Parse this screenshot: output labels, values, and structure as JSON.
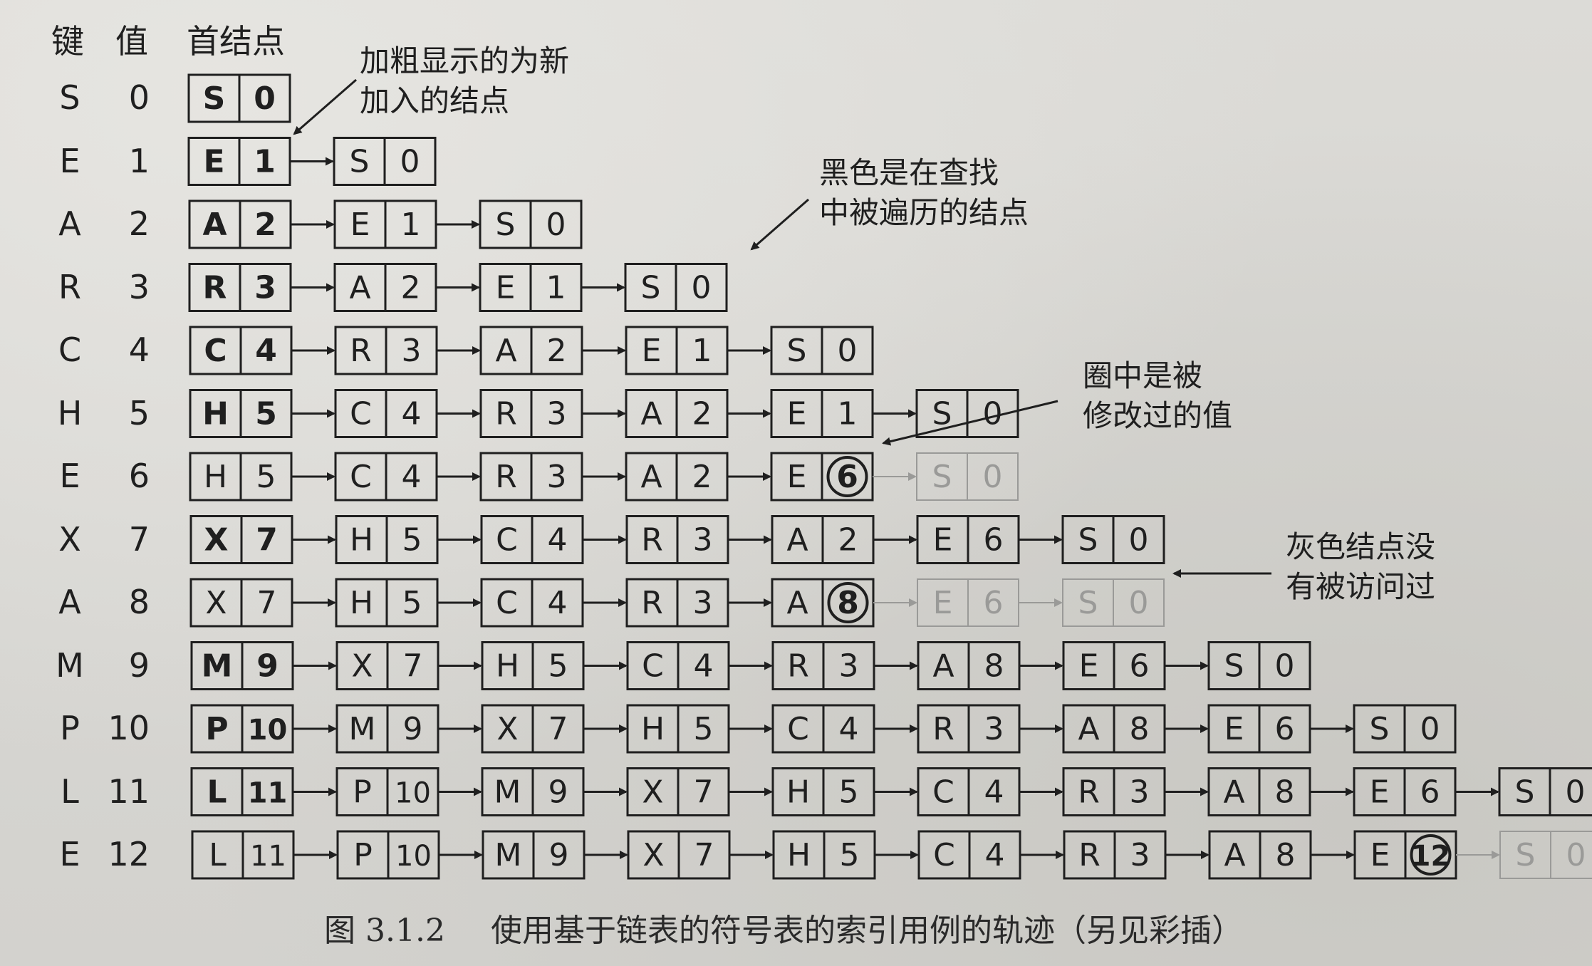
{
  "headers": {
    "key": "键",
    "value": "值",
    "first": "首结点"
  },
  "rows": [
    {
      "key": "S",
      "value": "0",
      "nodes": [
        [
          "S",
          "0",
          "new"
        ]
      ]
    },
    {
      "key": "E",
      "value": "1",
      "nodes": [
        [
          "E",
          "1",
          "new"
        ],
        [
          "S",
          "0",
          "black"
        ]
      ]
    },
    {
      "key": "A",
      "value": "2",
      "nodes": [
        [
          "A",
          "2",
          "new"
        ],
        [
          "E",
          "1",
          "black"
        ],
        [
          "S",
          "0",
          "black"
        ]
      ]
    },
    {
      "key": "R",
      "value": "3",
      "nodes": [
        [
          "R",
          "3",
          "new"
        ],
        [
          "A",
          "2",
          "black"
        ],
        [
          "E",
          "1",
          "black"
        ],
        [
          "S",
          "0",
          "black"
        ]
      ]
    },
    {
      "key": "C",
      "value": "4",
      "nodes": [
        [
          "C",
          "4",
          "new"
        ],
        [
          "R",
          "3",
          "black"
        ],
        [
          "A",
          "2",
          "black"
        ],
        [
          "E",
          "1",
          "black"
        ],
        [
          "S",
          "0",
          "black"
        ]
      ]
    },
    {
      "key": "H",
      "value": "5",
      "nodes": [
        [
          "H",
          "5",
          "new"
        ],
        [
          "C",
          "4",
          "black"
        ],
        [
          "R",
          "3",
          "black"
        ],
        [
          "A",
          "2",
          "black"
        ],
        [
          "E",
          "1",
          "black"
        ],
        [
          "S",
          "0",
          "black"
        ]
      ]
    },
    {
      "key": "E",
      "value": "6",
      "nodes": [
        [
          "H",
          "5",
          "black"
        ],
        [
          "C",
          "4",
          "black"
        ],
        [
          "R",
          "3",
          "black"
        ],
        [
          "A",
          "2",
          "black"
        ],
        [
          "E",
          "6",
          "mod"
        ],
        [
          "S",
          "0",
          "gray"
        ]
      ]
    },
    {
      "key": "X",
      "value": "7",
      "nodes": [
        [
          "X",
          "7",
          "new"
        ],
        [
          "H",
          "5",
          "black"
        ],
        [
          "C",
          "4",
          "black"
        ],
        [
          "R",
          "3",
          "black"
        ],
        [
          "A",
          "2",
          "black"
        ],
        [
          "E",
          "6",
          "black"
        ],
        [
          "S",
          "0",
          "black"
        ]
      ]
    },
    {
      "key": "A",
      "value": "8",
      "nodes": [
        [
          "X",
          "7",
          "black"
        ],
        [
          "H",
          "5",
          "black"
        ],
        [
          "C",
          "4",
          "black"
        ],
        [
          "R",
          "3",
          "black"
        ],
        [
          "A",
          "8",
          "mod"
        ],
        [
          "E",
          "6",
          "gray"
        ],
        [
          "S",
          "0",
          "gray"
        ]
      ]
    },
    {
      "key": "M",
      "value": "9",
      "nodes": [
        [
          "M",
          "9",
          "new"
        ],
        [
          "X",
          "7",
          "black"
        ],
        [
          "H",
          "5",
          "black"
        ],
        [
          "C",
          "4",
          "black"
        ],
        [
          "R",
          "3",
          "black"
        ],
        [
          "A",
          "8",
          "black"
        ],
        [
          "E",
          "6",
          "black"
        ],
        [
          "S",
          "0",
          "black"
        ]
      ]
    },
    {
      "key": "P",
      "value": "10",
      "nodes": [
        [
          "P",
          "10",
          "new"
        ],
        [
          "M",
          "9",
          "black"
        ],
        [
          "X",
          "7",
          "black"
        ],
        [
          "H",
          "5",
          "black"
        ],
        [
          "C",
          "4",
          "black"
        ],
        [
          "R",
          "3",
          "black"
        ],
        [
          "A",
          "8",
          "black"
        ],
        [
          "E",
          "6",
          "black"
        ],
        [
          "S",
          "0",
          "black"
        ]
      ]
    },
    {
      "key": "L",
      "value": "11",
      "nodes": [
        [
          "L",
          "11",
          "new"
        ],
        [
          "P",
          "10",
          "black"
        ],
        [
          "M",
          "9",
          "black"
        ],
        [
          "X",
          "7",
          "black"
        ],
        [
          "H",
          "5",
          "black"
        ],
        [
          "C",
          "4",
          "black"
        ],
        [
          "R",
          "3",
          "black"
        ],
        [
          "A",
          "8",
          "black"
        ],
        [
          "E",
          "6",
          "black"
        ],
        [
          "S",
          "0",
          "black"
        ]
      ]
    },
    {
      "key": "E",
      "value": "12",
      "nodes": [
        [
          "L",
          "11",
          "black"
        ],
        [
          "P",
          "10",
          "black"
        ],
        [
          "M",
          "9",
          "black"
        ],
        [
          "X",
          "7",
          "black"
        ],
        [
          "H",
          "5",
          "black"
        ],
        [
          "C",
          "4",
          "black"
        ],
        [
          "R",
          "3",
          "black"
        ],
        [
          "A",
          "8",
          "black"
        ],
        [
          "E",
          "12",
          "mod"
        ],
        [
          "S",
          "0",
          "gray"
        ]
      ]
    }
  ],
  "annotations": {
    "bold_new": [
      "加粗显示的为新",
      "加入的结点"
    ],
    "black_visited": [
      "黑色是在查找",
      "中被遍历的结点"
    ],
    "circled_modified": [
      "圈中是被",
      "修改过的值"
    ],
    "gray_not_visited": [
      "灰色结点没",
      "有被访问过"
    ]
  },
  "caption": {
    "number": "图 3.1.2",
    "text": "使用基于链表的符号表的索引用例的轨迹（另见彩插）"
  },
  "colors": {
    "black": "#1f1f1f",
    "gray": "#9a9a98",
    "page": "#d9d8d4"
  }
}
